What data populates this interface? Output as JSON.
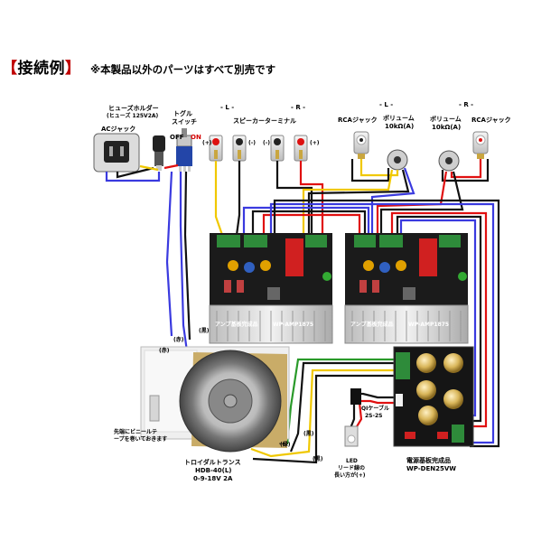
{
  "title": {
    "bracket_open": "【",
    "main": "接続例",
    "bracket_close": "】"
  },
  "note": "※本製品以外のパーツはすべて別売です",
  "labels": {
    "fuse_holder_1": "ヒューズホルダー",
    "fuse_holder_2": "(ヒューズ 125V2A)",
    "ac_jack": "ACジャック",
    "toggle_1": "トグル",
    "toggle_2": "スイッチ",
    "off": "OFF",
    "on": "ON",
    "left_l": "- L -",
    "right_r": "- R -",
    "speaker_terminal": "スピーカーターミナル",
    "plus": "(+)",
    "minus": "(-)",
    "rca_l_jack": "RCAジャック",
    "vol_l_1": "ボリューム",
    "vol_l_2": "10kΩ(A)",
    "rca_l_top": "- L -",
    "vol_r_1": "ボリューム",
    "vol_r_2": "10kΩ(A)",
    "rca_r_jack": "RCAジャック",
    "rca_r_top": "- R -",
    "amp1_name": "アンプ基板完成品",
    "amp1_model": "WP-AMP1875",
    "amp2_name": "アンプ基板完成品",
    "amp2_model": "WP-AMP1875",
    "red_label": "(赤)",
    "red_label2": "(赤)",
    "black_label": "(黒)",
    "green_label": "(緑)",
    "black_label2": "(黒)",
    "black_label3": "(黒)",
    "tape_1": "先端にビニールテ",
    "tape_2": "ープを巻いておきます",
    "trans_1": "トロイダルトランス",
    "trans_2": "HDB-40(L)",
    "trans_3": "0-9-18V 2A",
    "qi_1": "QIケーブル",
    "qi_2": "2S-2S",
    "led_1": "LED",
    "led_2": "リード線の",
    "led_3": "長い方が(+)",
    "psu_1": "電源基板完成品",
    "psu_2": "WP-DEN25VW"
  },
  "colors": {
    "wire_blue": "#3a3adf",
    "wire_red": "#e01010",
    "wire_black": "#111111",
    "wire_yellow": "#f0c800",
    "wire_green": "#2a9a2a",
    "wire_gray": "#888888",
    "board_green": "#2e8b3a",
    "cap_gold": "#d9b65a"
  }
}
